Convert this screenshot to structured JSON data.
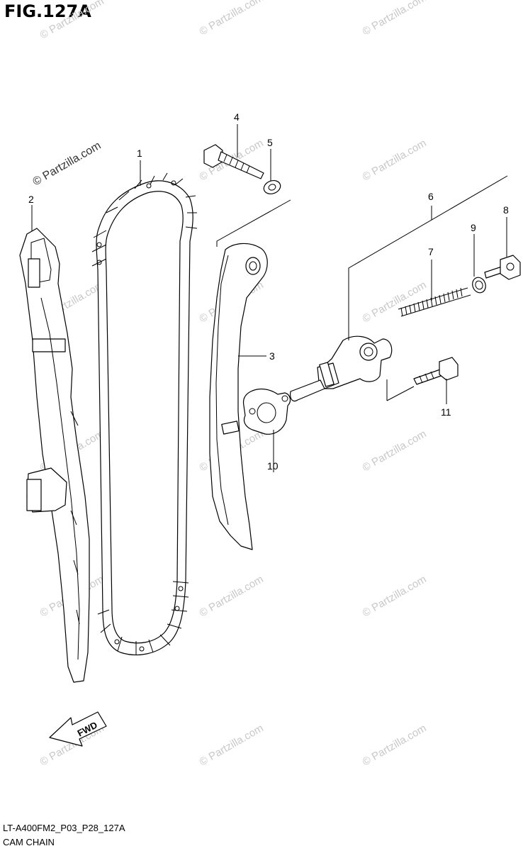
{
  "title": "FIG.127A",
  "watermark": "© Partzilla.com",
  "fwd_label": "FWD",
  "callouts": [
    "1",
    "2",
    "3",
    "4",
    "5",
    "6",
    "7",
    "8",
    "9",
    "10",
    "11"
  ],
  "footer": {
    "code": "LT-A400FM2_P03_P28_127A",
    "name": "CAM CHAIN"
  }
}
